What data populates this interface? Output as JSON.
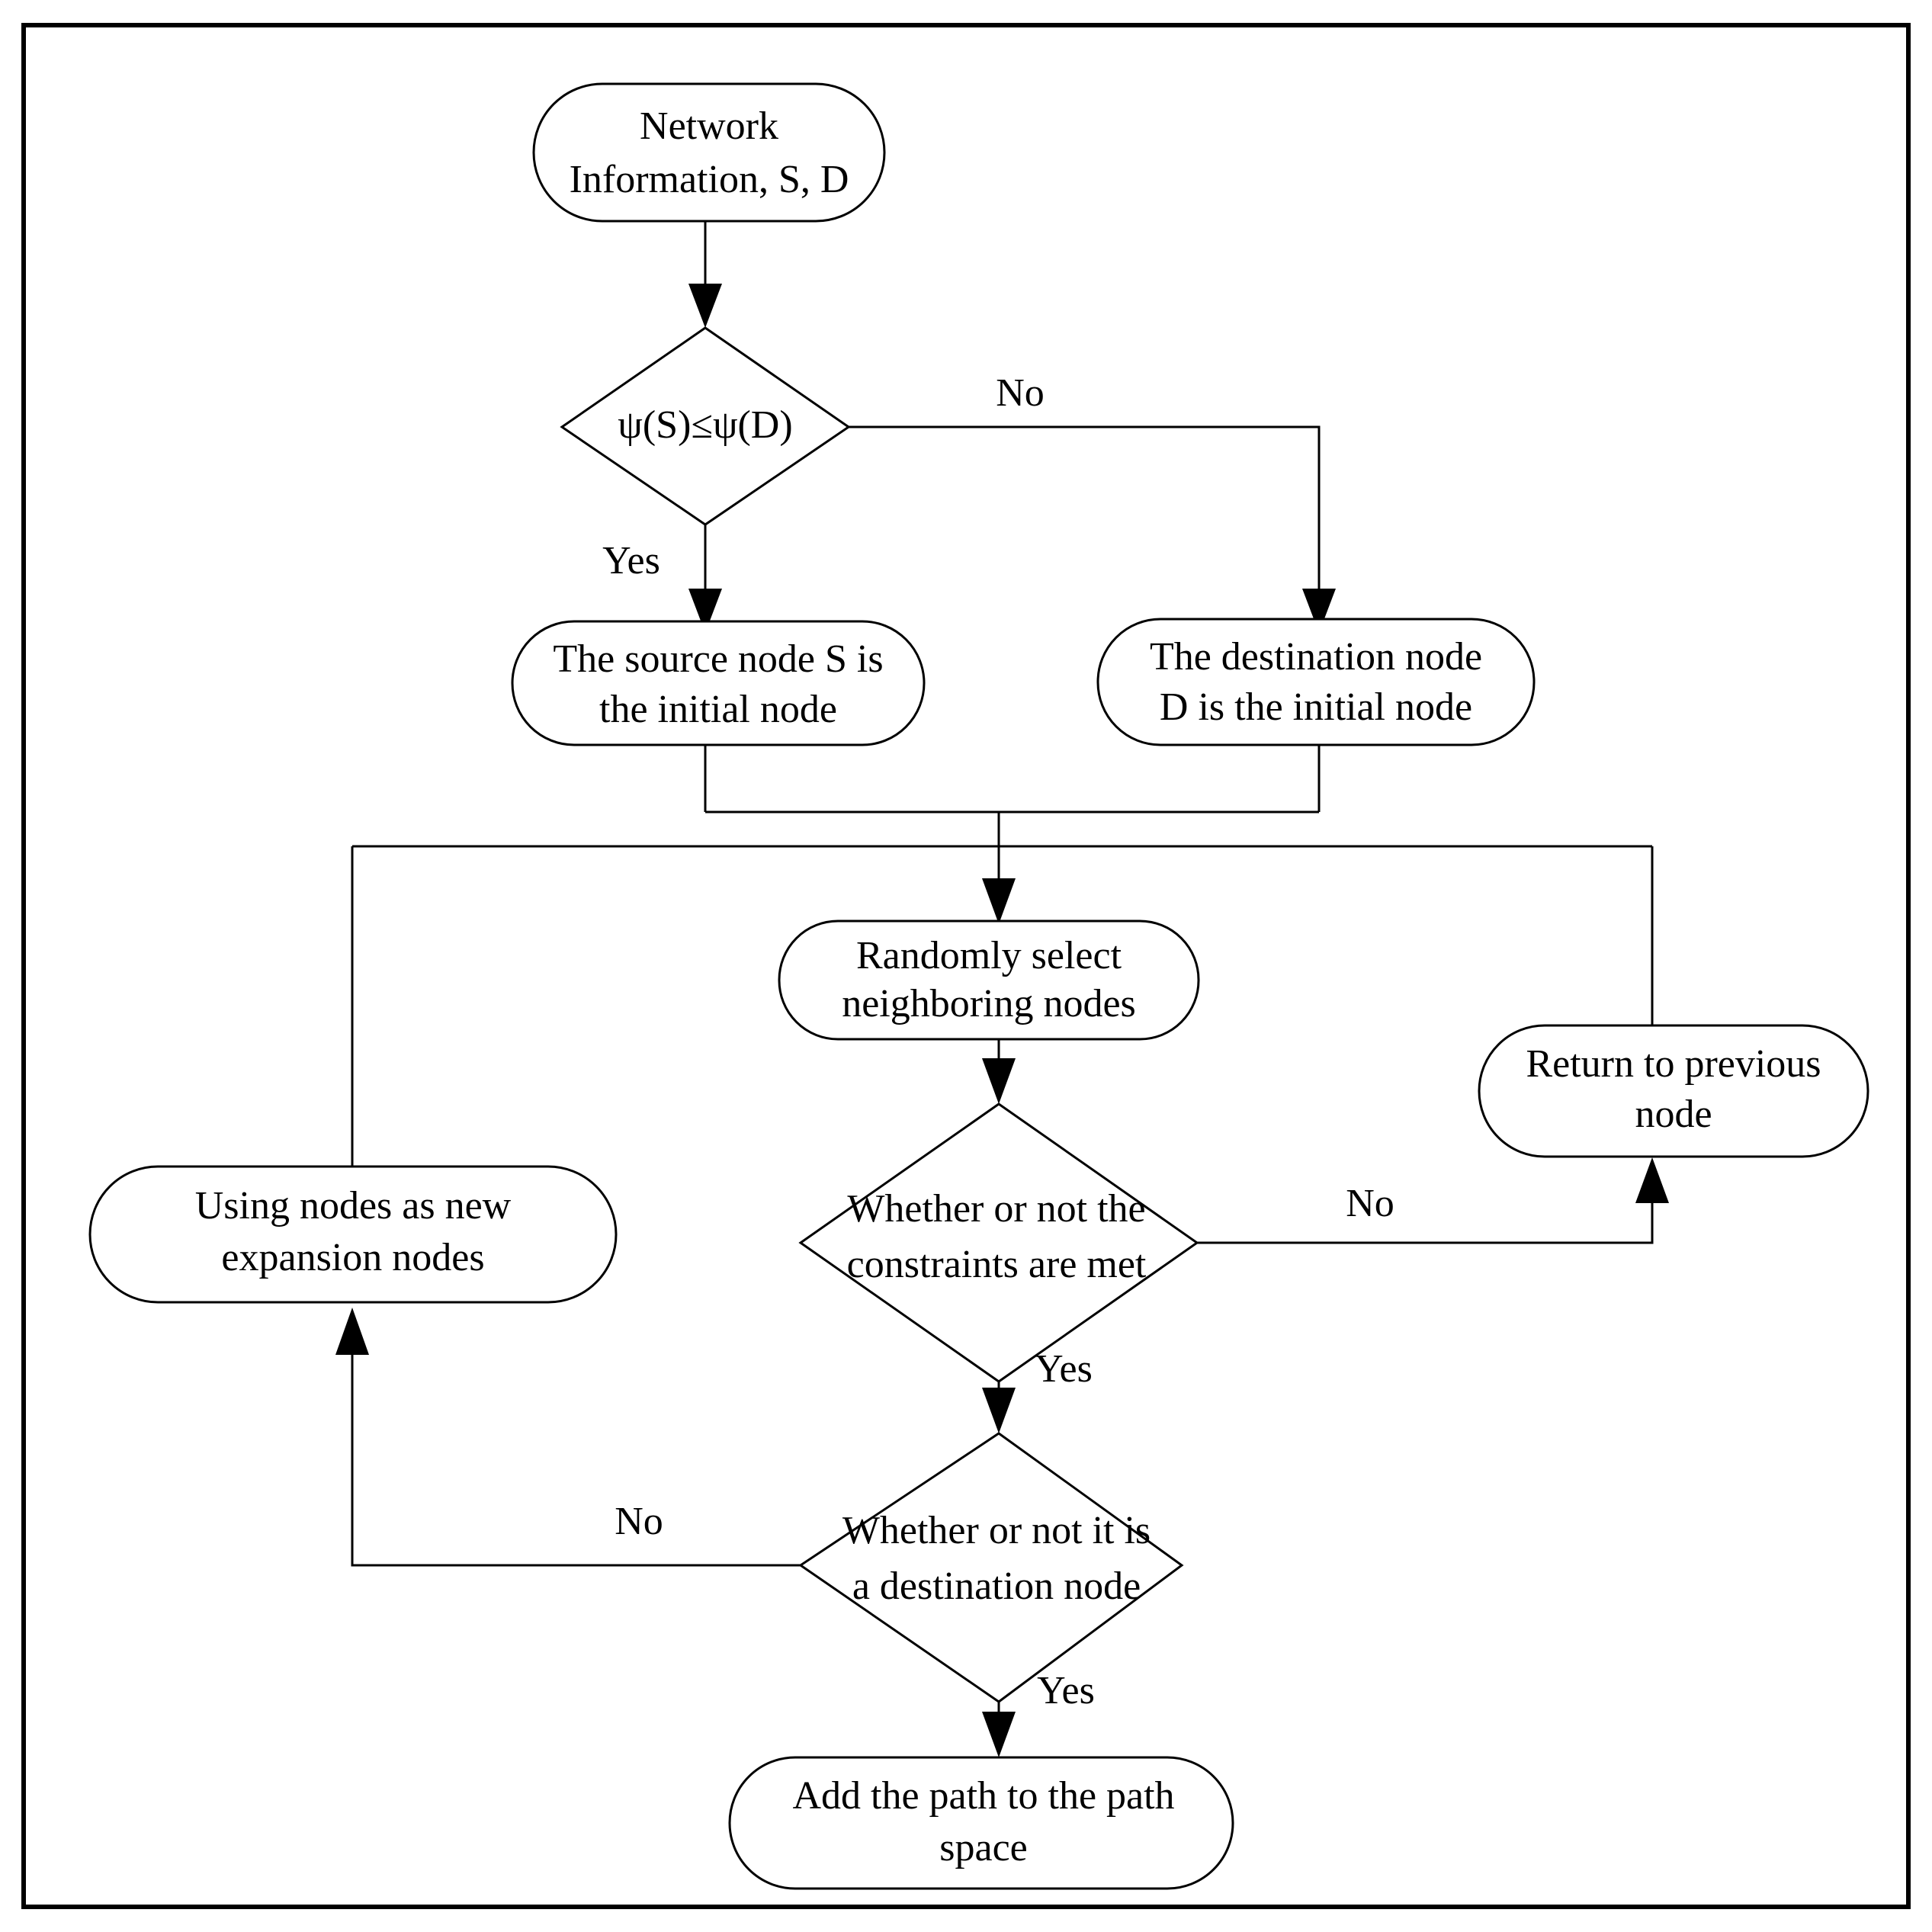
{
  "diagram": {
    "title": "Routing path search flowchart",
    "background_color": "#ffffff",
    "line_color": "#000000",
    "frame": {
      "present": true,
      "stroke": "#000000"
    },
    "nodes": {
      "start": {
        "shape": "stadium",
        "line1": "Network",
        "line2": "Information, S, D"
      },
      "decision_psi": {
        "shape": "diamond",
        "line1": "ψ(S)≤ψ(D)",
        "line2": ""
      },
      "source_initial": {
        "shape": "stadium",
        "line1": "The source node S is",
        "line2": "the initial node"
      },
      "dest_initial": {
        "shape": "stadium",
        "line1": "The destination node",
        "line2": "D is the initial node"
      },
      "random_select": {
        "shape": "stadium",
        "line1": "Randomly select",
        "line2": "neighboring nodes"
      },
      "return_previous": {
        "shape": "stadium",
        "line1": "Return to previous",
        "line2": "node"
      },
      "expansion_nodes": {
        "shape": "stadium",
        "line1": "Using nodes as new",
        "line2": "expansion nodes"
      },
      "decision_constraints": {
        "shape": "diamond",
        "line1": "Whether or not the",
        "line2": "constraints are met"
      },
      "decision_destination": {
        "shape": "diamond",
        "line1": "Whether or not it is",
        "line2": "a destination node"
      },
      "add_path": {
        "shape": "stadium",
        "line1": "Add the path to the path",
        "line2": "space"
      }
    },
    "edge_labels": {
      "psi_no": "No",
      "psi_yes": "Yes",
      "constraints_no": "No",
      "constraints_yes": "Yes",
      "destination_no": "No",
      "destination_yes": "Yes"
    }
  }
}
